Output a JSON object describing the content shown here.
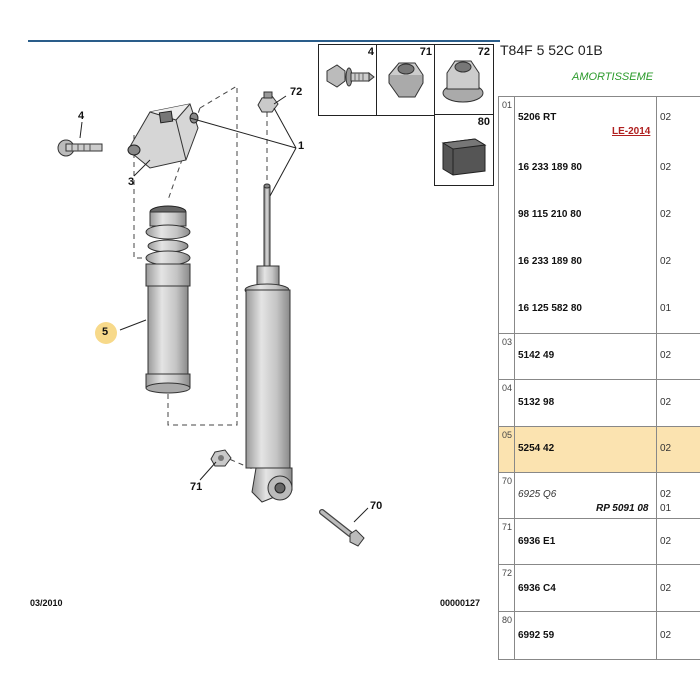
{
  "header": {
    "code": "T84F 5 52C 01B",
    "subtitle": "AMORTISSEME"
  },
  "diagram": {
    "callouts": {
      "c4": "4",
      "c72": "72",
      "c1": "1",
      "c3": "3",
      "c5": "5",
      "c71": "71",
      "c70": "70"
    },
    "footer_date": "03/2010",
    "footer_ref": "00000127"
  },
  "thumbnails": {
    "t4": "4",
    "t71": "71",
    "t72": "72",
    "t80": "80"
  },
  "parts": [
    {
      "group": "01",
      "ref": "5206 RT",
      "qty": "02",
      "note": "LE-2014"
    },
    {
      "group": "",
      "ref": "16 233 189 80",
      "qty": "02"
    },
    {
      "group": "",
      "ref": "98 115 210 80",
      "qty": "02"
    },
    {
      "group": "",
      "ref": "16 233 189 80",
      "qty": "02"
    },
    {
      "group": "",
      "ref": "16 125 582 80",
      "qty": "01"
    },
    {
      "group": "03",
      "ref": "5142 49",
      "qty": "02"
    },
    {
      "group": "04",
      "ref": "5132 98",
      "qty": "02"
    },
    {
      "group": "05",
      "ref": "5254 42",
      "qty": "02"
    },
    {
      "group": "70",
      "ref": "6925 Q6",
      "qty": "02",
      "note": "RP 5091 08",
      "qty2": "01"
    },
    {
      "group": "71",
      "ref": "6936 E1",
      "qty": "02"
    },
    {
      "group": "72",
      "ref": "6936 C4",
      "qty": "02"
    },
    {
      "group": "80",
      "ref": "6992 59",
      "qty": "02"
    }
  ],
  "colors": {
    "highlight": "#fbe3b0",
    "callout_badge": "#f7d98a",
    "subtitle": "#2a9a2a",
    "note_red": "#b02020"
  }
}
